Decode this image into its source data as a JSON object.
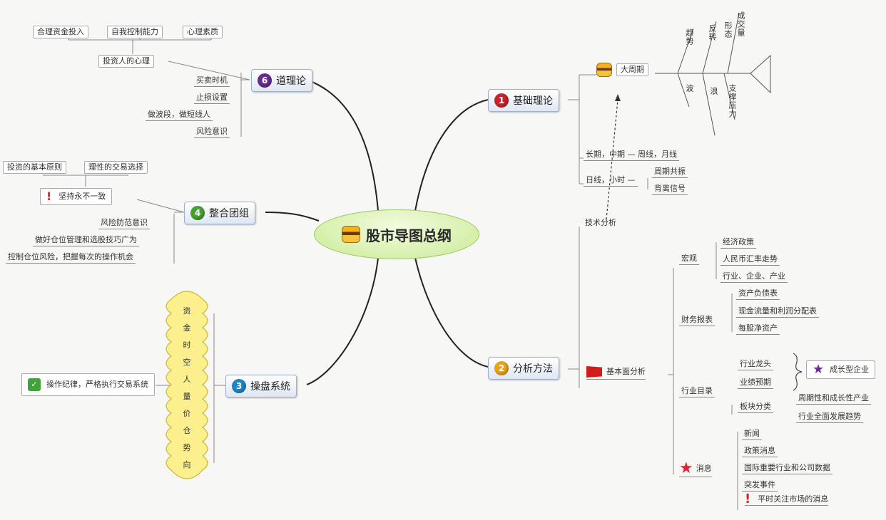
{
  "center": {
    "title": "股市导图总纲"
  },
  "branches": {
    "b1": {
      "label": "道理论",
      "number": "6"
    },
    "b2": {
      "label": "整合团组",
      "number": "4"
    },
    "b3": {
      "label": "操盘系统",
      "number": "3"
    },
    "b4": {
      "label": "基础理论",
      "number": "1"
    },
    "b5": {
      "label": "分析方法",
      "number": "2"
    }
  },
  "left_top": {
    "top_boxes": [
      "合理资金投入",
      "自我控制能力",
      "心理素质"
    ],
    "mid_box": "投资人的心理",
    "right_items": [
      "买卖时机",
      "止损设置",
      "做波段，做短线人",
      "风险意识"
    ]
  },
  "left_mid": {
    "top_boxes": [
      "投资的基本原则",
      "理性的交易选择"
    ],
    "warn_box": "坚持永不一致",
    "items": [
      "风险防范意识",
      "做好仓位管理和选股技巧广为",
      "控制仓位风险，把握每次的操作机会"
    ]
  },
  "left_bottom": {
    "check_box": "操作纪律，严格执行交易系统",
    "yellow_items": [
      "资",
      "金",
      "时",
      "空",
      "人",
      "量",
      "价",
      "仓",
      "势",
      "向"
    ]
  },
  "right_top": {
    "fish_label": "大周期",
    "fish_bones_top": [
      "趋势",
      "反转",
      "形态",
      "成交量"
    ],
    "fish_bones_bottom": [
      "波",
      "浪",
      "支撑压力"
    ],
    "items": [
      "长期，中期 — 周线，月线",
      "日线，小时 —"
    ],
    "sub_items": [
      "周期共振",
      "背离信号"
    ]
  },
  "right_bottom": {
    "tech_label": "技术分析",
    "fund_label": "基本面分析",
    "sections": [
      {
        "label": "宏观",
        "items": [
          "经济政策",
          "人民币汇率走势",
          "行业、企业、产业"
        ]
      },
      {
        "label": "财务报表",
        "items": [
          "资产负债表",
          "现金流量和利润分配表",
          "每股净资产"
        ]
      },
      {
        "label": "行业目录",
        "items": [
          "行业龙头",
          "业绩预期"
        ],
        "star_note": "成长型企业"
      },
      {
        "label": "板块分类",
        "items": [
          "周期性和成长性产业",
          "行业全面发展趋势"
        ]
      },
      {
        "label": "消息",
        "items": [
          "新闻",
          "政策消息",
          "国际重要行业和公司数据",
          "突发事件",
          "平时关注市场的消息"
        ]
      }
    ]
  }
}
